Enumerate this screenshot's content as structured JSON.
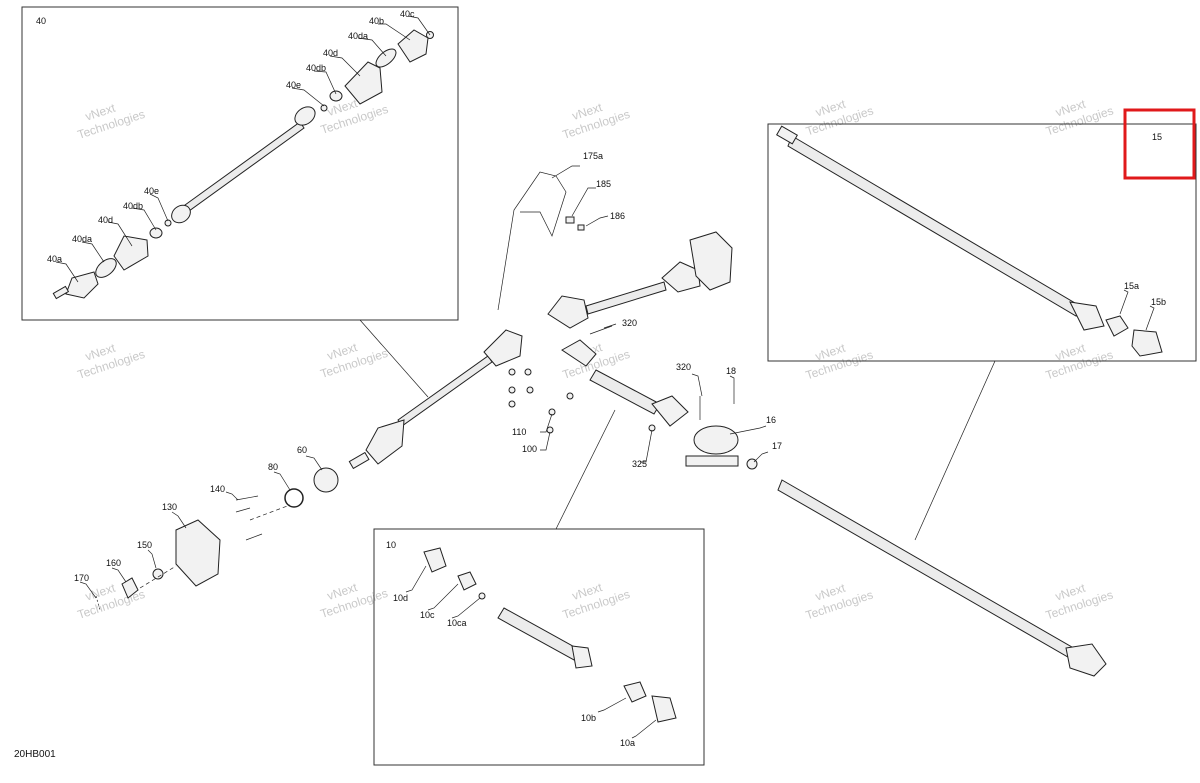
{
  "drawing_id": "20HB001",
  "watermark": {
    "line1": "vNext",
    "line2": "Technologies"
  },
  "highlight_color": "#e0191b",
  "boxes": {
    "box40": "40",
    "box15": "15",
    "box10": "10"
  },
  "labels": {
    "l40c": "40c",
    "l40b": "40b",
    "l40da_top": "40da",
    "l40d_top": "40d",
    "l40db_top": "40db",
    "l40e_top": "40e",
    "l40e_bot": "40e",
    "l40db_bot": "40db",
    "l40d_bot": "40d",
    "l40da_bot": "40da",
    "l40a": "40a",
    "l175a": "175a",
    "l185": "185",
    "l186": "186",
    "l320a": "320",
    "l320b": "320",
    "l18": "18",
    "l16": "16",
    "l17": "17",
    "l110": "110",
    "l100": "100",
    "l325": "325",
    "l60": "60",
    "l80": "80",
    "l140": "140",
    "l130": "130",
    "l150": "150",
    "l160": "160",
    "l170": "170",
    "l15a": "15a",
    "l15b": "15b",
    "l10d": "10d",
    "l10c": "10c",
    "l10ca": "10ca",
    "l10b": "10b",
    "l10a": "10a"
  }
}
